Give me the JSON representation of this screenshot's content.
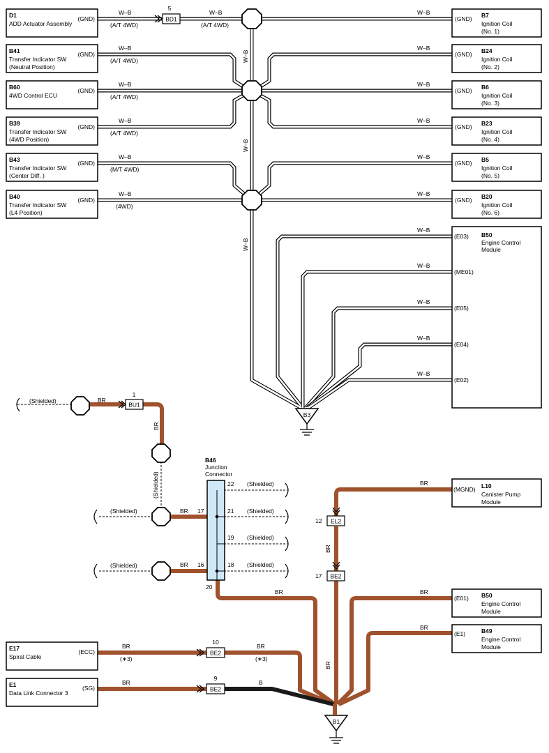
{
  "components_left": [
    {
      "code": "D1",
      "name": "ADD Actuator Assembly",
      "name2": "",
      "pin": "(GND)"
    },
    {
      "code": "B41",
      "name": "Transfer Indicator SW",
      "name2": "(Neutral Position)",
      "pin": "(GND)"
    },
    {
      "code": "B60",
      "name": "4WD Control ECU",
      "name2": "",
      "pin": "(GND)"
    },
    {
      "code": "B39",
      "name": "Transfer Indicator SW",
      "name2": "(4WD Position)",
      "pin": "(GND)"
    },
    {
      "code": "B43",
      "name": "Transfer Indicator SW",
      "name2": "(Center Diff. )",
      "pin": "(GND)"
    },
    {
      "code": "B40",
      "name": "Transfer Indicator SW",
      "name2": "(L4 Position)",
      "pin": "(GND)"
    }
  ],
  "left_wire_color": "W–B",
  "left_wire_notes": [
    "(A/T 4WD)",
    "(A/T 4WD)",
    "(A/T 4WD)",
    "(A/T 4WD)",
    "(M/T 4WD)",
    "(4WD)"
  ],
  "bd1": {
    "pin": "5",
    "name": "BD1",
    "note2": "(A/T 4WD)"
  },
  "components_right": [
    {
      "code": "B7",
      "name": "Ignition Coil",
      "name2": "(No. 1)",
      "pin": "(GND)"
    },
    {
      "code": "B24",
      "name": "Ignition Coil",
      "name2": "(No. 2)",
      "pin": "(GND)"
    },
    {
      "code": "B6",
      "name": "Ignition Coil",
      "name2": "(No. 3)",
      "pin": "(GND)"
    },
    {
      "code": "B23",
      "name": "Ignition Coil",
      "name2": "(No. 4)",
      "pin": "(GND)"
    },
    {
      "code": "B5",
      "name": "Ignition Coil",
      "name2": "(No. 5)",
      "pin": "(GND)"
    },
    {
      "code": "B20",
      "name": "Ignition Coil",
      "name2": "(No. 6)",
      "pin": "(GND)"
    }
  ],
  "ecm_b50": {
    "code": "B50",
    "name": "Engine Control",
    "name2": "Module",
    "pins": [
      "(E03)",
      "(ME01)",
      "(E05)",
      "(E04)",
      "(E02)"
    ]
  },
  "ground_b3": "B3",
  "vertical_wire_label": "W–B",
  "shielded": "(Shielded)",
  "br": "BR",
  "b": "B",
  "bu1": {
    "pin": "1",
    "name": "BU1"
  },
  "b46": {
    "code": "B46",
    "name": "Junction",
    "name2": "Connector",
    "pins": [
      "22",
      "21",
      "19",
      "18",
      "17",
      "16",
      "20"
    ]
  },
  "l10": {
    "code": "L10",
    "name": "Canister Pump",
    "name2": "Module",
    "pin": "(MGND)"
  },
  "el2": {
    "pin": "12",
    "name": "EL2"
  },
  "be2_mid": {
    "pin": "17",
    "name": "BE2"
  },
  "b50_lower": {
    "code": "B50",
    "name": "Engine Control",
    "name2": "Module",
    "pin": "(E01)"
  },
  "b49": {
    "code": "B49",
    "name": "Engine Control",
    "name2": "Module",
    "pin": "(E1)"
  },
  "e17": {
    "code": "E17",
    "name": "Spiral Cable",
    "pin": "(ECC)",
    "note": "(∗3)"
  },
  "be2_e17": {
    "pin": "10",
    "name": "BE2",
    "note": "(∗3)"
  },
  "e1": {
    "code": "E1",
    "name": "Data Link Connector 3",
    "pin": "(SG)"
  },
  "be2_e1": {
    "pin": "9",
    "name": "BE2"
  },
  "ground_b1": "B1"
}
